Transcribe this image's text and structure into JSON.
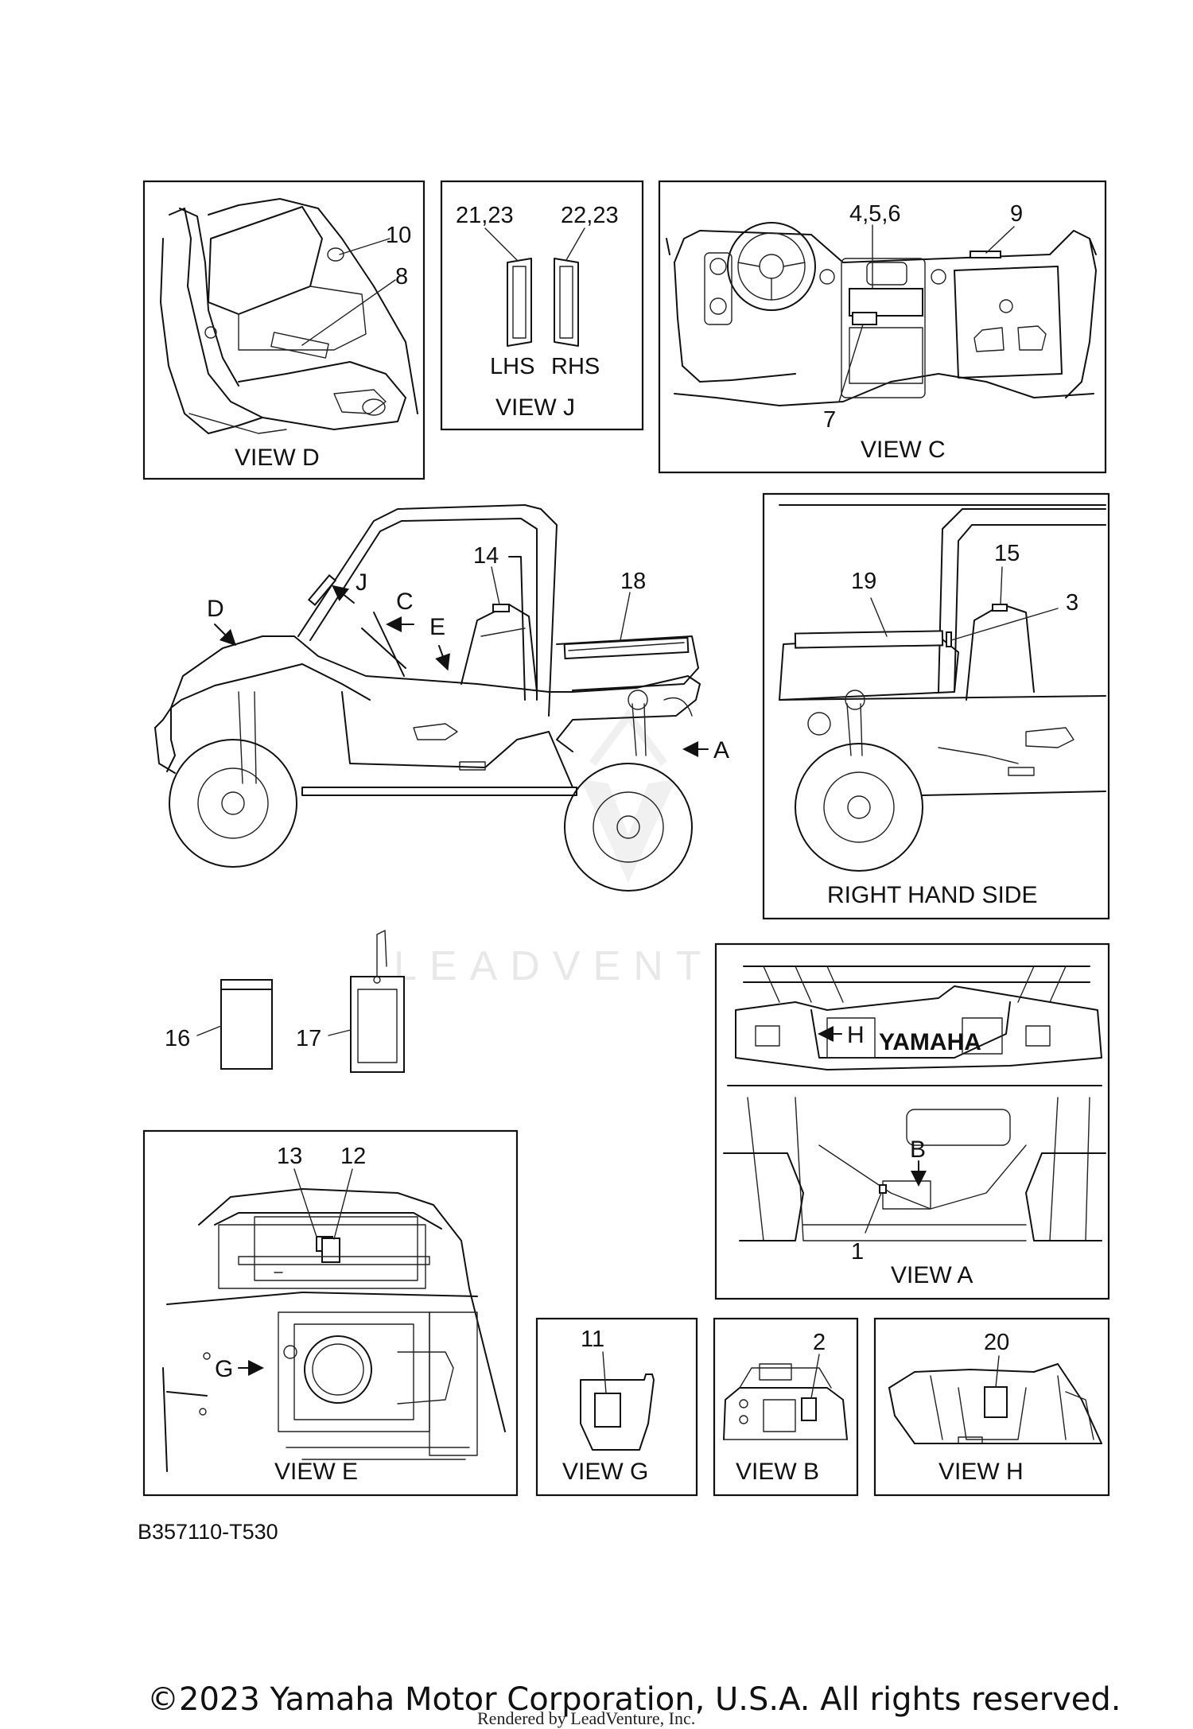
{
  "views": {
    "view_d": {
      "title": "VIEW D",
      "callouts": [
        "10",
        "8"
      ]
    },
    "view_j": {
      "title": "VIEW J",
      "callouts": [
        "21,23",
        "22,23"
      ],
      "sides": [
        "LHS",
        "RHS"
      ]
    },
    "view_c": {
      "title": "VIEW C",
      "callouts": [
        "4,5,6",
        "9",
        "7"
      ]
    },
    "main_left": {
      "callouts": [
        "14",
        "18"
      ],
      "arrows": [
        "D",
        "J",
        "C",
        "E",
        "A"
      ]
    },
    "right_hand_side": {
      "title": "RIGHT HAND SIDE",
      "callouts": [
        "19",
        "15",
        "3"
      ]
    },
    "loose": {
      "callouts": [
        "16",
        "17"
      ]
    },
    "view_e": {
      "title": "VIEW E",
      "callouts": [
        "13",
        "12"
      ],
      "arrow": "G"
    },
    "view_a": {
      "title": "VIEW A",
      "callouts": [
        "1"
      ],
      "arrows": [
        "H",
        "B"
      ],
      "brand": "YAMAHA"
    },
    "view_g": {
      "title": "VIEW G",
      "callouts": [
        "11"
      ]
    },
    "view_b": {
      "title": "VIEW B",
      "callouts": [
        "2"
      ]
    },
    "view_h": {
      "title": "VIEW H",
      "callouts": [
        "20"
      ]
    }
  },
  "diagram_code": "B357110-T530",
  "copyright": "©2023 Yamaha Motor Corporation, U.S.A. All rights reserved.",
  "rendered_by": "Rendered by LeadVenture, Inc.",
  "watermark": "LEADVENTURE"
}
